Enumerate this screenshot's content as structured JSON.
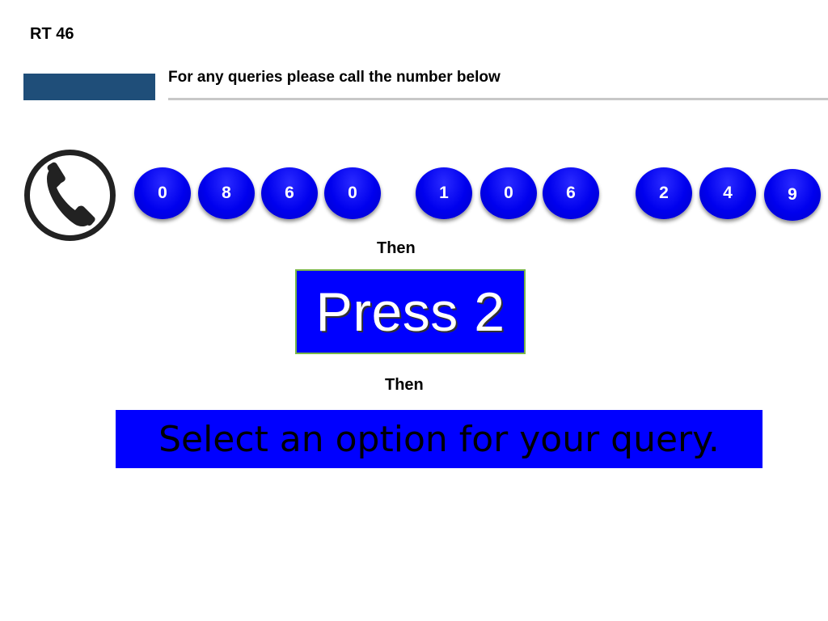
{
  "slide": {
    "id": "RT 46",
    "instruction": "For any queries please call the number below",
    "accent_color": "#1f4e79"
  },
  "phone": {
    "icon": "phone-handset-icon",
    "digits": [
      "0",
      "8",
      "6",
      "0",
      "1",
      "0",
      "6",
      "2",
      "4",
      "9"
    ],
    "digit_color": "#0000ee"
  },
  "steps": {
    "then_1": "Then",
    "press": "Press 2",
    "then_2": "Then",
    "option": "Select an option for your query."
  }
}
